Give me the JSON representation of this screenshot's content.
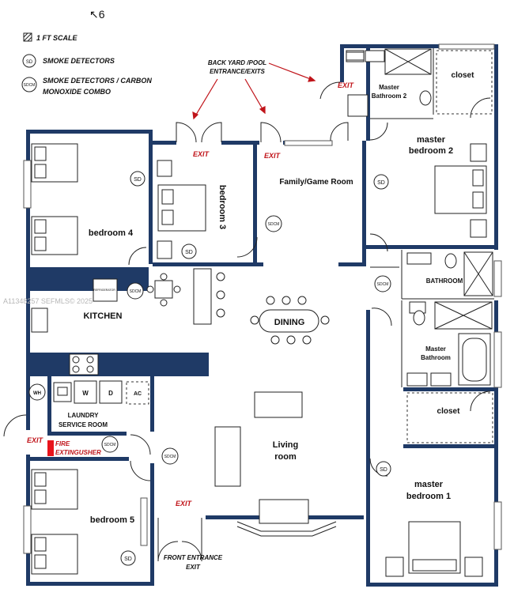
{
  "legend": {
    "scale": "1 FT SCALE",
    "smoke": "SMOKE DETECTORS",
    "combo_line1": "SMOKE DETECTORS / CARBON",
    "combo_line2": "MONOXIDE COMBO",
    "sd": "SD",
    "sdcm": "SDCM"
  },
  "callouts": {
    "backyard_line1": "BACK YARD /POOL",
    "backyard_line2": "ENTRANCE/EXITS",
    "front_line1": "FRONT ENTRANCE",
    "front_line2": "EXIT",
    "fire_line1": "FIRE",
    "fire_line2": "EXTINGUSHER",
    "exit": "EXIT"
  },
  "rooms": {
    "bedroom4": "bedroom 4",
    "bedroom3": "bedroom 3",
    "family": "Family/Game Room",
    "master2_line1": "master",
    "master2_line2": "bedroom 2",
    "closet": "closet",
    "master_bath2_line1": "Master",
    "master_bath2_line2": "Bathroom 2",
    "kitchen": "KITCHEN",
    "refrigerator": "REFRIGERATOR",
    "dining": "DINING",
    "bathroom": "BATHROOM",
    "master_bath_line1": "Master",
    "master_bath_line2": "Bathroom",
    "laundry_line1": "LAUNDRY",
    "laundry_line2": "SERVICE ROOM",
    "wh": "WH",
    "washer": "W",
    "dryer": "D",
    "ac": "AC",
    "living_line1": "Living",
    "living_line2": "room",
    "master1_line1": "master",
    "master1_line2": "bedroom 1",
    "bedroom5": "bedroom 5"
  },
  "watermark": "A11348257 SEFMLS© 2025",
  "colors": {
    "wall": "#1f3a66",
    "exit": "#c0141a",
    "extinguisher": "#e8141c"
  }
}
